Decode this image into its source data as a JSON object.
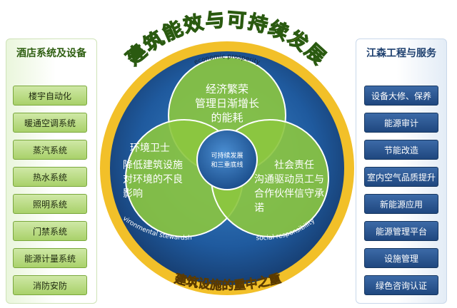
{
  "title": "建筑能效与可持续发展",
  "subtitle": "建筑设施的重中之重",
  "left_panel": {
    "title": "酒店系统及设备",
    "items": [
      "楼宇自动化",
      "暖通空调系统",
      "蒸汽系统",
      "热水系统",
      "照明系统",
      "门禁系统",
      "能源计量系统",
      "消防安防"
    ]
  },
  "right_panel": {
    "title": "江森工程与服务",
    "items": [
      "设备大修、保养",
      "能源审计",
      "节能改造",
      "室内空气品质提升",
      "新能源应用",
      "能源管理平台",
      "设施管理",
      "绿色咨询认证"
    ]
  },
  "circles": {
    "economic": {
      "label": "economic prosperity",
      "text": [
        "经济繁荣",
        "管理日渐增长",
        "的能耗"
      ]
    },
    "environmental": {
      "label": "environmental stewardship",
      "text": [
        "环境卫士",
        "降低建筑设施",
        "对环境的不良",
        "影响"
      ]
    },
    "social": {
      "label": "social responsibility",
      "text": [
        "社会责任",
        "沟通驱动员工与",
        "合作伙伴信守承",
        "诺"
      ]
    },
    "center": {
      "text": [
        "可持续发展",
        "和三重底线"
      ]
    }
  },
  "colors": {
    "green_panel": "#a9d16a",
    "blue_panel": "#1f477f",
    "disc_blue": "#1f5a9e",
    "venn_green": "#8cc63f",
    "gold_text": "#f2c029"
  }
}
